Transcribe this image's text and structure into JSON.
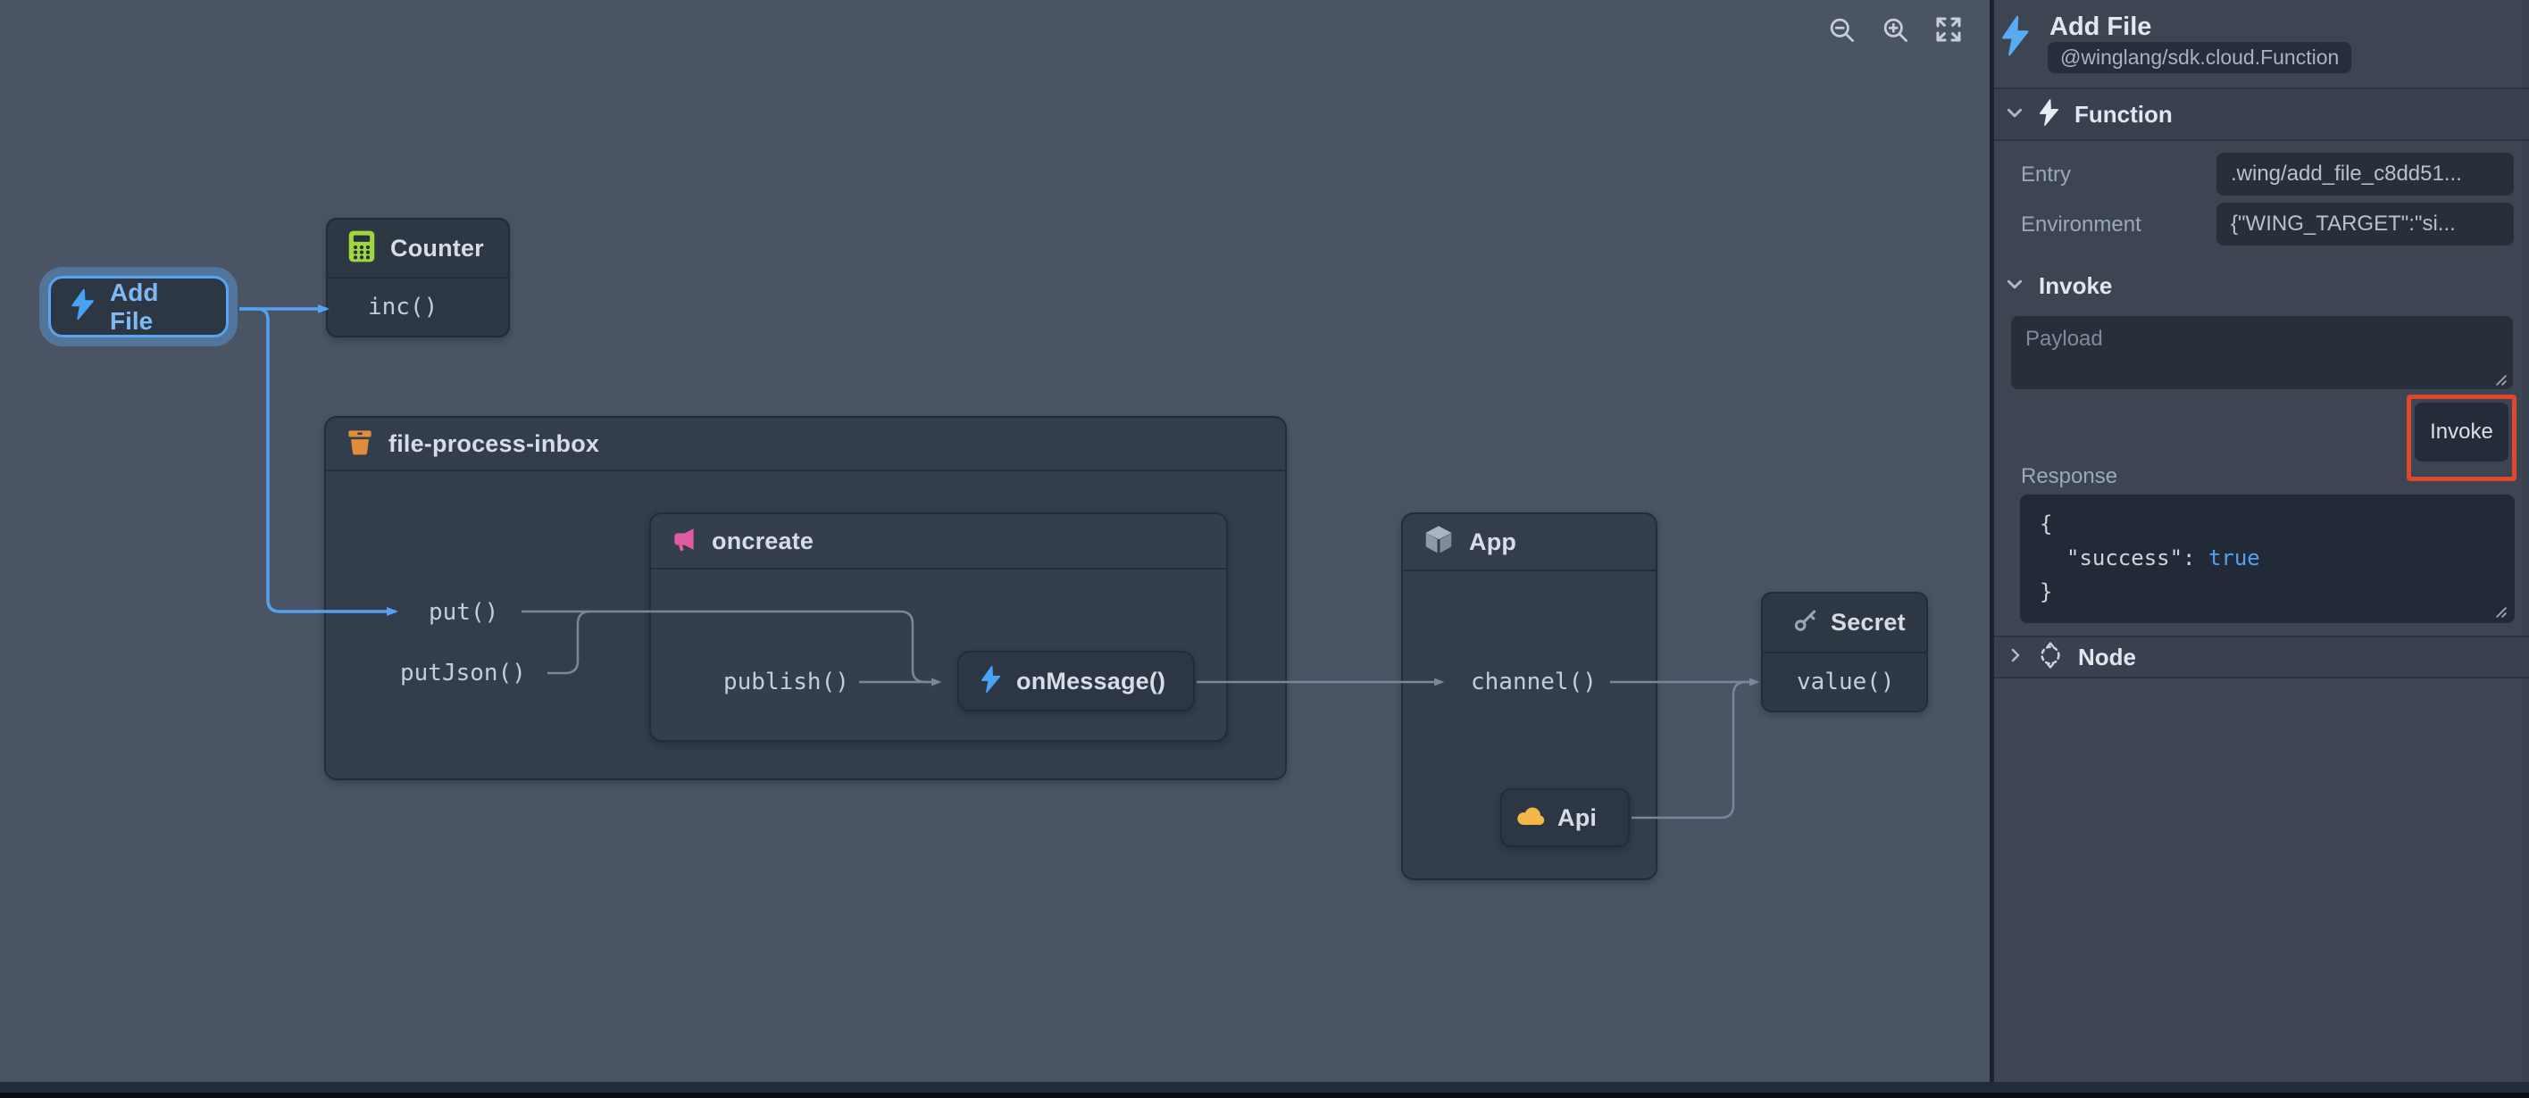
{
  "canvas": {
    "nodes": {
      "add_file": {
        "label": "Add File"
      },
      "counter": {
        "title": "Counter",
        "method": "inc()"
      },
      "bucket": {
        "title": "file-process-inbox",
        "method_put": "put()",
        "method_put_json": "putJson()"
      },
      "oncreate": {
        "title": "oncreate",
        "method_publish": "publish()"
      },
      "on_message": {
        "label": "onMessage()"
      },
      "app": {
        "title": "App",
        "method_channel": "channel()"
      },
      "api": {
        "label": "Api"
      },
      "secret": {
        "title": "Secret",
        "method_value": "value()"
      }
    }
  },
  "panel": {
    "title": "Add File",
    "badge": "@winglang/sdk.cloud.Function",
    "function_section": {
      "label": "Function",
      "entry_label": "Entry",
      "entry_value": ".wing/add_file_c8dd51...",
      "environment_label": "Environment",
      "environment_value": "{\"WING_TARGET\":\"si..."
    },
    "invoke_section": {
      "label": "Invoke",
      "payload_placeholder": "Payload",
      "button_label": "Invoke",
      "response_label": "Response",
      "response": {
        "open": "{",
        "key": "\"success\"",
        "colon": ": ",
        "value": "true",
        "close": "}"
      }
    },
    "node_section": {
      "label": "Node"
    }
  },
  "colors": {
    "accent_blue": "#54a1f0",
    "selection_blue": "#57a5f2",
    "edge_gray": "#7b8798",
    "highlight_red": "#e0472b",
    "icon_green": "#9fd63b",
    "icon_orange": "#e08c3c",
    "icon_pink": "#df5ba4",
    "icon_yellow": "#f2b744",
    "icon_slate": "#9aa7b8"
  }
}
